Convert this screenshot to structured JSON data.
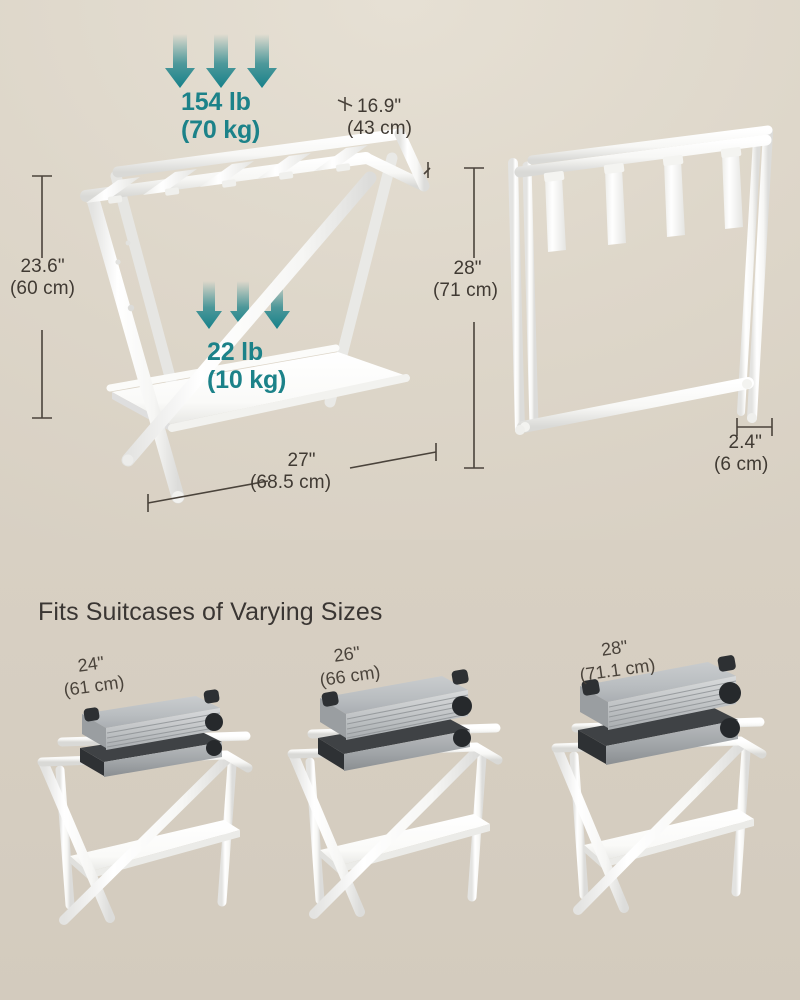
{
  "background": {
    "top_color": "#e6e0d4",
    "bottom_color": "#d3cbbe",
    "accent_color": "#1c8289",
    "text_color": "#403a33"
  },
  "top_section": {
    "open_rack": {
      "capacity_top": {
        "line1": "154 lb",
        "line2": "(70 kg)",
        "arrows": 3,
        "icon": "down-arrow-icon"
      },
      "capacity_shelf": {
        "line1": "22 lb",
        "line2": "(10 kg)",
        "arrows": 3,
        "icon": "down-arrow-icon"
      },
      "height": {
        "line1": "23.6\"",
        "line2": "(60 cm)"
      },
      "depth": {
        "line1": "16.9\"",
        "line2": "(43 cm)"
      },
      "width": {
        "line1": "27\"",
        "line2": "(68.5 cm)"
      },
      "strap_count": 5
    },
    "folded_rack": {
      "height": {
        "line1": "28\"",
        "line2": "(71 cm)"
      },
      "thickness": {
        "line1": "2.4\"",
        "line2": "(6 cm)"
      },
      "strap_count": 4
    }
  },
  "bottom_section": {
    "heading": "Fits Suitcases of Varying Sizes",
    "suitcases": [
      {
        "line1": "24\"",
        "line2": "(61 cm)"
      },
      {
        "line1": "26\"",
        "line2": "(66 cm)"
      },
      {
        "line1": "28\"",
        "line2": "(71.1 cm)"
      }
    ]
  }
}
